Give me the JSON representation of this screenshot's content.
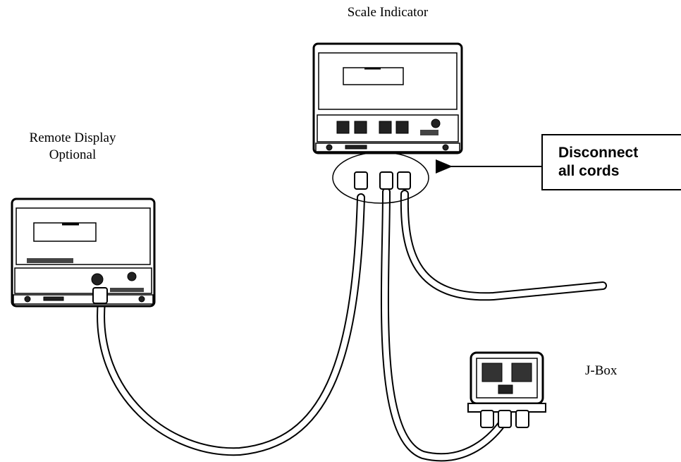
{
  "labels": {
    "scale_indicator": "Scale Indicator",
    "remote_display": "Remote Display\nOptional",
    "jbox": "J-Box",
    "callout": "Disconnect\nall cords"
  },
  "icons": [
    "scale-indicator-icon",
    "remote-display-icon",
    "j-box-icon",
    "arrow-left-icon"
  ],
  "colors": {
    "line": "#000000",
    "background": "#ffffff"
  }
}
